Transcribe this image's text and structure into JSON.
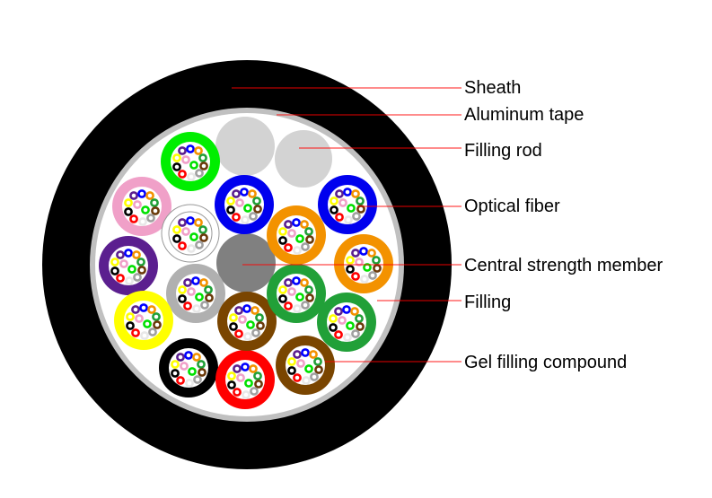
{
  "labels": {
    "sheath": "Sheath",
    "aluminum_tape": "Aluminum tape",
    "filling_rod": "Filling rod",
    "optical_fiber": "Optical fiber",
    "central_strength_member": "Central strength member",
    "filling": "Filling",
    "gel_filling_compound": "Gel filling compound"
  },
  "colors": {
    "sheath": "#000000",
    "aluminum_tape": "#c0c0c0",
    "filling": "#ffffff",
    "filling_rod": "#d3d3d3",
    "central_strength_member": "#808080",
    "leader_line": "#ff0000"
  },
  "fiber_colors": [
    "#5b1f8f",
    "#0000ff",
    "#f39200",
    "#21a038",
    "#6b3a0a",
    "#a0a0a0",
    "#e8e8e8",
    "#ff0000",
    "#000000",
    "#ffff00",
    "#f0a0c8",
    "#00e000"
  ],
  "tubes": [
    {
      "color": "#00ee00"
    },
    {
      "color": "#f0a0c8"
    },
    {
      "color": "#ffffff"
    },
    {
      "color": "#0000ee"
    },
    {
      "color": "#5b1f8f"
    },
    {
      "color": "#b0b0b0"
    },
    {
      "color": "#ffff00"
    },
    {
      "color": "#000000"
    },
    {
      "color": "#ff0000"
    },
    {
      "color": "#7a4500"
    },
    {
      "color": "#7a4500"
    },
    {
      "color": "#21a038"
    },
    {
      "color": "#21a038"
    },
    {
      "color": "#f39200"
    },
    {
      "color": "#f39200"
    },
    {
      "color": "#0000ee"
    }
  ]
}
